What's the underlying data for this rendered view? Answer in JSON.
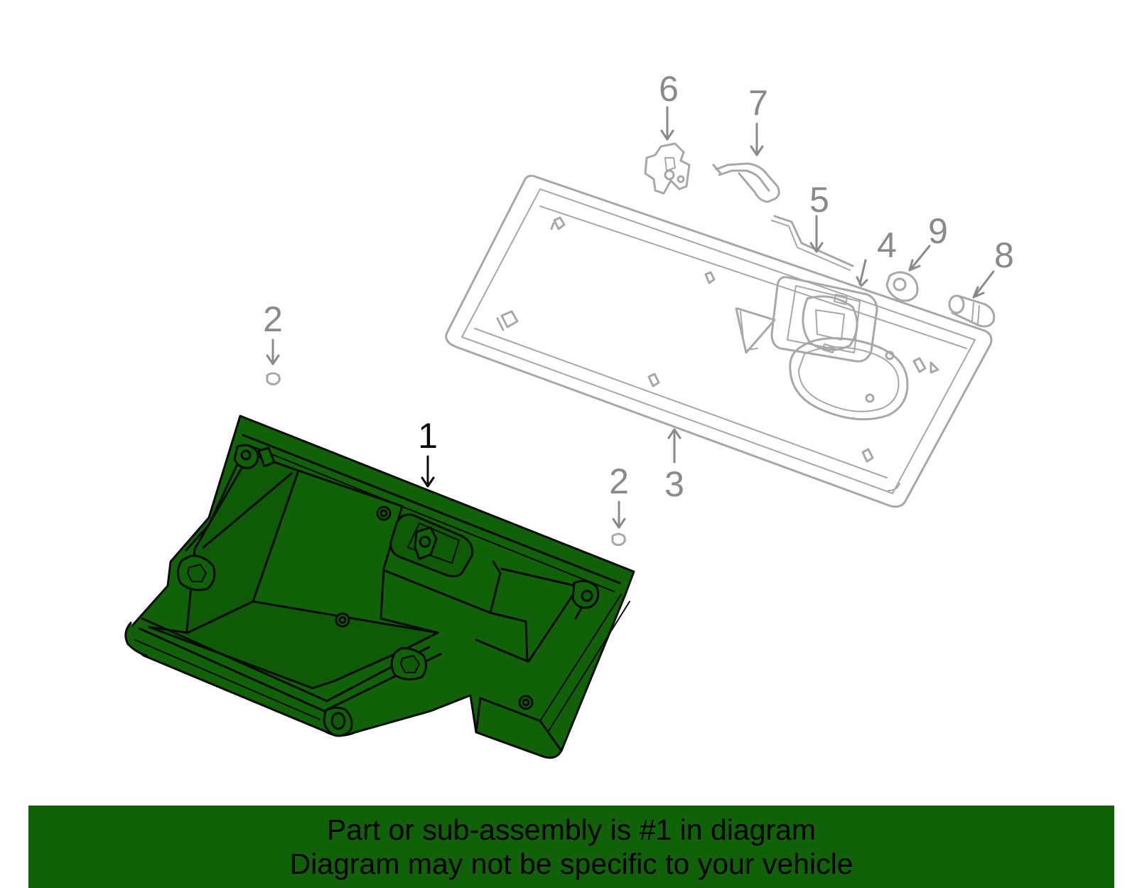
{
  "colors": {
    "highlight_fill": "#116108",
    "highlight_line": "#0b0b0b",
    "ghost_line": "#a8a8a8",
    "ghost_text": "#8a8a8a",
    "banner_bg": "#116108",
    "banner_text": "#000000"
  },
  "callouts": [
    {
      "id": "part-1",
      "label": "1"
    },
    {
      "id": "part-2-left",
      "label": "2"
    },
    {
      "id": "part-2-right",
      "label": "2"
    },
    {
      "id": "part-3",
      "label": "3"
    },
    {
      "id": "part-4",
      "label": "4"
    },
    {
      "id": "part-5",
      "label": "5"
    },
    {
      "id": "part-6",
      "label": "6"
    },
    {
      "id": "part-7",
      "label": "7"
    },
    {
      "id": "part-8",
      "label": "8"
    },
    {
      "id": "part-9",
      "label": "9"
    }
  ],
  "banner": {
    "line1": "Part or sub-assembly is #1 in diagram",
    "line2": "Diagram may not be specific to your vehicle"
  }
}
